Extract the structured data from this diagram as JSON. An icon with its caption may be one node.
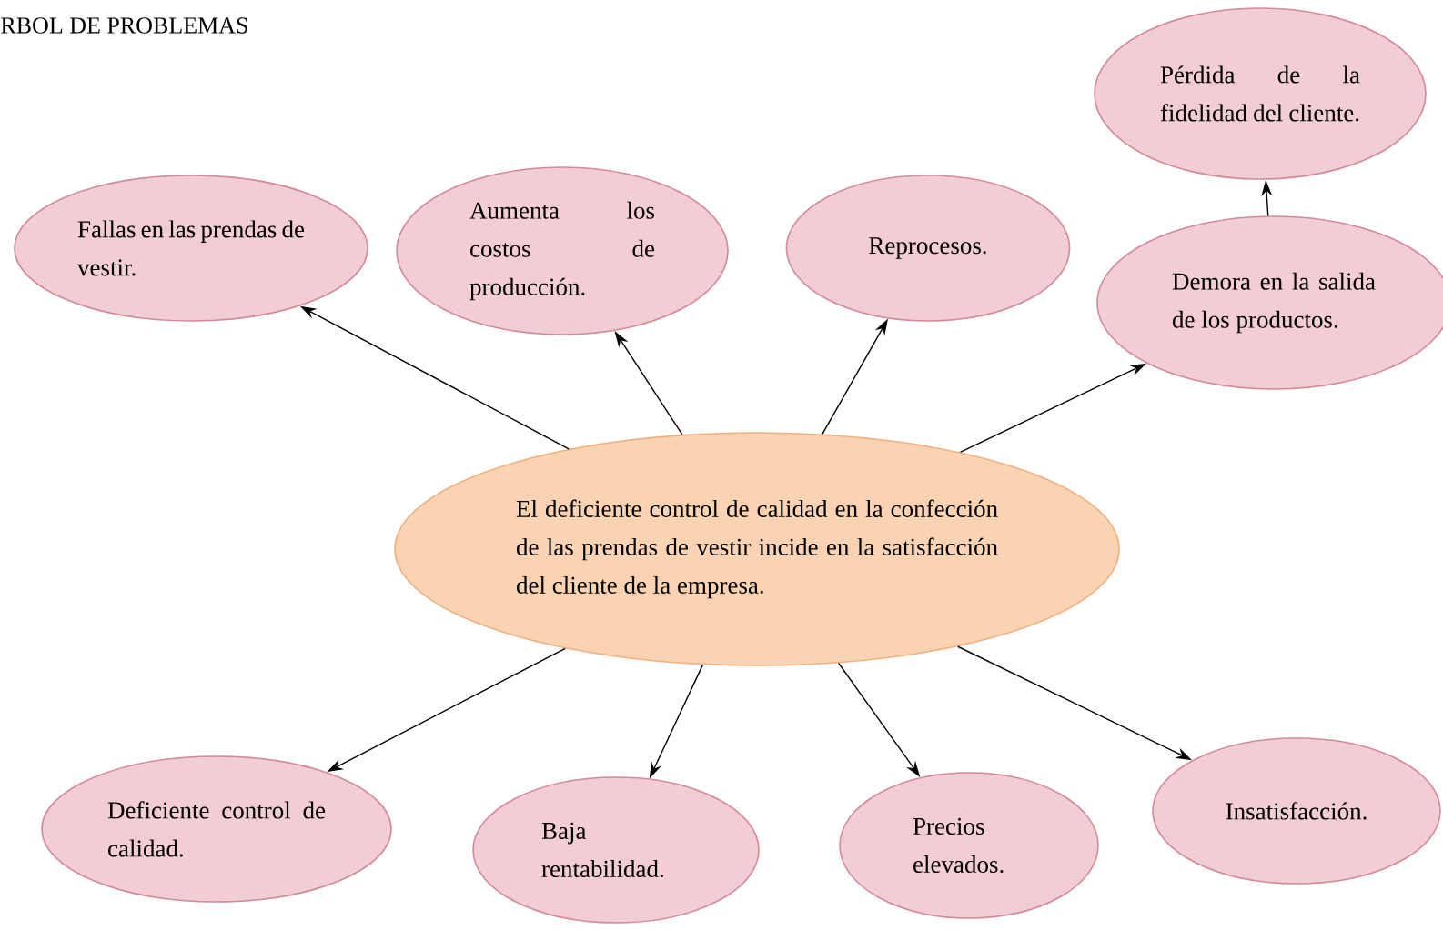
{
  "diagram": {
    "title": "RBOL DE PROBLEMAS",
    "nodes": [
      {
        "text": [
          "El deficiente control de calidad en la confección de las prendas de vestir incide en la satisfacción del cliente de la empresa."
        ]
      },
      {
        "text": [
          "Fallas en las prendas de vestir."
        ]
      },
      {
        "text": [
          "Aumenta los costos de producción."
        ]
      },
      {
        "text": [
          "Reprocesos."
        ]
      },
      {
        "text": [
          "Pérdida de la fidelidad del cliente."
        ]
      },
      {
        "text": [
          "Demora en la salida de los productos."
        ]
      },
      {
        "text": [
          "Deficiente control de calidad."
        ]
      },
      {
        "text": [
          "Baja rentabilidad."
        ]
      },
      {
        "text": [
          "Precios elevados."
        ]
      },
      {
        "text": [
          "Insatisfacción."
        ]
      }
    ],
    "edges": [
      {
        "from": 0,
        "to": 1,
        "arrow": "to"
      },
      {
        "from": 0,
        "to": 2,
        "arrow": "to"
      },
      {
        "from": 0,
        "to": 3,
        "arrow": "to"
      },
      {
        "from": 0,
        "to": 5,
        "arrow": "to"
      },
      {
        "from": 5,
        "to": 4,
        "arrow": "to"
      },
      {
        "from": 0,
        "to": 6,
        "arrow": "to"
      },
      {
        "from": 0,
        "to": 7,
        "arrow": "to"
      },
      {
        "from": 0,
        "to": 8,
        "arrow": "to"
      },
      {
        "from": 0,
        "to": 9,
        "arrow": "to"
      }
    ]
  }
}
